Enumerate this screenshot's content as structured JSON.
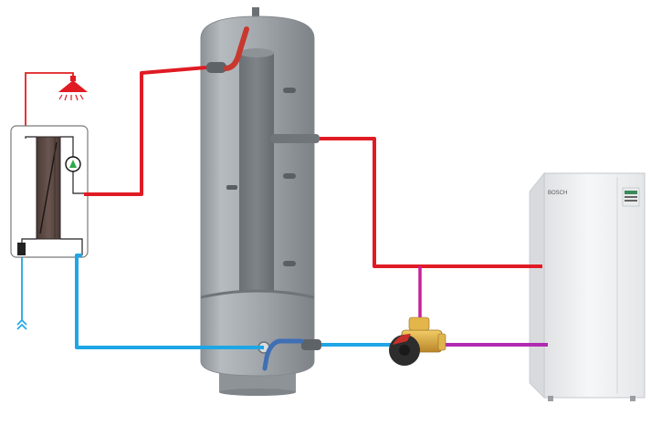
{
  "diagram": {
    "components": [
      {
        "id": "shower",
        "icon": "shower-head-icon"
      },
      {
        "id": "fresh-water-station",
        "parts": [
          "plate-heat-exchanger",
          "circulation-pump",
          "flow-sensor"
        ]
      },
      {
        "id": "buffer-storage-tank",
        "parts": [
          "inner-hot-water-column",
          "stratification-inlets",
          "top-flow-connection",
          "bottom-return-connection"
        ]
      },
      {
        "id": "three-way-mixing-valve",
        "parts": [
          "brass-body",
          "actuator"
        ]
      },
      {
        "id": "heat-pump-unit",
        "label": "BOSCH",
        "parts": [
          "control-display"
        ]
      },
      {
        "id": "cold-water-inlet",
        "icon": "double-chevron-up-icon"
      }
    ],
    "pipes": [
      {
        "name": "shower-supply",
        "color": "#e02020"
      },
      {
        "name": "hot-supply-to-station",
        "color": "#e01b24"
      },
      {
        "name": "heat-pump-flow",
        "color": "#e01b24"
      },
      {
        "name": "valve-bypass",
        "color": "#c8209a"
      },
      {
        "name": "heat-pump-return",
        "color": "#b02ab0"
      },
      {
        "name": "cold-return",
        "color": "#1ea6e6"
      },
      {
        "name": "cold-water-supply",
        "color": "#1ea6e6"
      }
    ]
  },
  "colors": {
    "hot": "#e01b24",
    "cold": "#1ea6e6",
    "mixed": "#b02ab0",
    "tank": "#9ca3a8",
    "heat_pump": "#f0f1f2",
    "valve_brass": "#d4a233"
  }
}
